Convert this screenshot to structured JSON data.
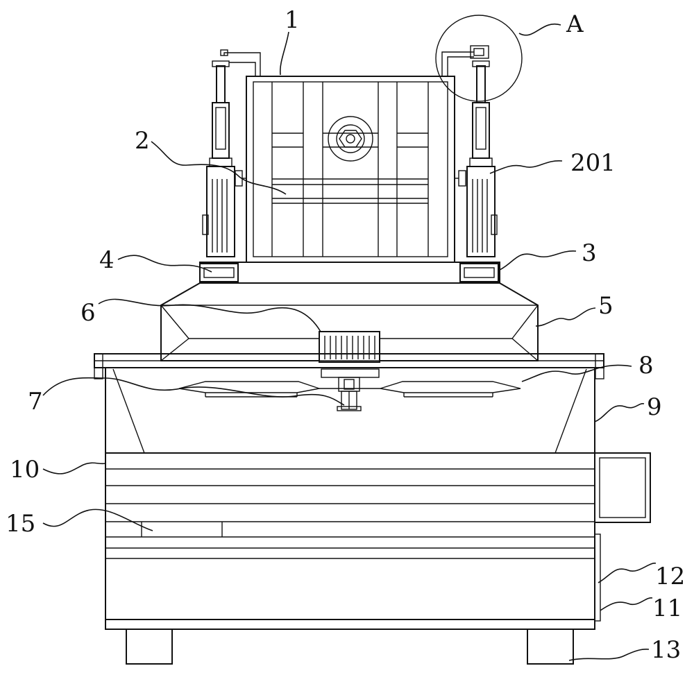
{
  "figure": {
    "labels": {
      "l1": "1",
      "lA": "A",
      "l2": "2",
      "l201": "201",
      "l4": "4",
      "l3": "3",
      "l6": "6",
      "l5": "5",
      "l7": "7",
      "l8": "8",
      "l9": "9",
      "l10": "10",
      "l15": "15",
      "l12": "12",
      "l11": "11",
      "l13": "13"
    },
    "line_color": "#111111",
    "background": "#ffffff"
  }
}
